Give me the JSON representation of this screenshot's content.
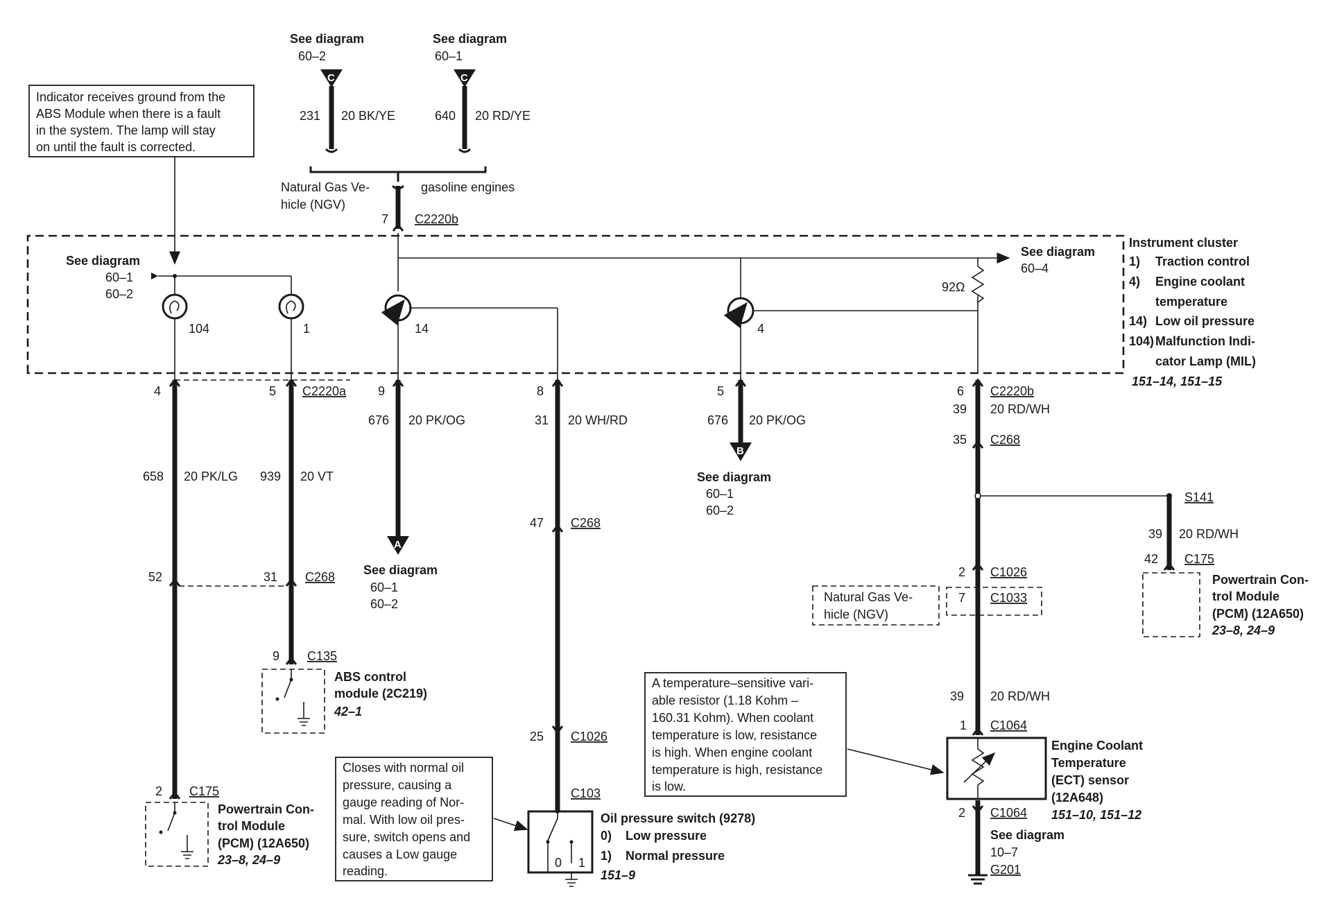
{
  "top_refs": {
    "left": {
      "see": "See diagram",
      "ref": "60–2",
      "letter": "C",
      "circuit": "231",
      "wire": "20 BK/YE"
    },
    "right": {
      "see": "See diagram",
      "ref": "60–1",
      "letter": "C",
      "circuit": "640",
      "wire": "20 RD/YE"
    }
  },
  "engine_options": {
    "ngv_line1": "Natural Gas Ve-",
    "ngv_line2": "hicle (NGV)",
    "gasoline": "gasoline engines",
    "pin": "7",
    "connector": "C2220b"
  },
  "note_abs": [
    "Indicator receives ground from the",
    "ABS Module when there is a fault",
    "in the system. The lamp will stay",
    "on until the fault is corrected."
  ],
  "note_oil": [
    "Closes with normal oil",
    "pressure, causing a",
    "gauge reading of Nor-",
    "mal. With low oil pres-",
    "sure, switch opens and",
    "causes a Low gauge",
    "reading."
  ],
  "note_ect": [
    "A temperature–sensitive vari-",
    "able resistor (1.18 Kohm –",
    "160.31 Kohm). When coolant",
    "temperature is low, resistance",
    "is high. When engine coolant",
    "temperature is high, resistance",
    "is low."
  ],
  "cluster": {
    "title": "Instrument cluster",
    "items": [
      {
        "num": "1)",
        "text": "Traction control"
      },
      {
        "num": "4)",
        "text": "Engine coolant"
      },
      {
        "num": "",
        "text": "temperature"
      },
      {
        "num": "14)",
        "text": "Low oil pressure"
      },
      {
        "num": "104)",
        "text": "Malfunction Indi-"
      },
      {
        "num": "",
        "text": "cator Lamp (MIL)"
      }
    ],
    "pages": "151–14, 151–15",
    "see_left": {
      "see": "See diagram",
      "ref1": "60–1",
      "ref2": "60–2"
    },
    "see_right": {
      "see": "See diagram",
      "ref": "60–4"
    },
    "resistor": "92Ω",
    "lamp_mil_num": "104",
    "lamp_tc_num": "1",
    "gauge_oil_num": "14",
    "gauge_ect_num": "4"
  },
  "col1": {
    "pin_top": "4",
    "circuit": "658",
    "wire": "20 PK/LG",
    "c268_pin": "52",
    "pcm_pin": "2",
    "pcm_conn": "C175"
  },
  "col2": {
    "pin_top": "5",
    "conn_top": "C2220a",
    "circuit": "939",
    "wire": "20 VT",
    "c268_pin": "31",
    "c268": "C268",
    "abs_pin": "9",
    "abs_conn": "C135"
  },
  "col3": {
    "pin_top": "9",
    "circuit": "676",
    "wire": "20 PK/OG",
    "letter": "A",
    "see": "See diagram",
    "ref1": "60–1",
    "ref2": "60–2"
  },
  "col4": {
    "pin_top": "8",
    "circuit": "31",
    "wire": "20 WH/RD",
    "c268_pin": "47",
    "c268": "C268",
    "c1026_pin": "25",
    "c1026": "C1026",
    "c103": "C103"
  },
  "col5": {
    "pin_top": "5",
    "circuit": "676",
    "wire": "20 PK/OG",
    "letter": "B",
    "see": "See diagram",
    "ref1": "60–1",
    "ref2": "60–2"
  },
  "col6": {
    "pin_top": "6",
    "conn_top": "C2220b",
    "circuit": "39",
    "wire": "20 RD/WH",
    "c268_pin": "35",
    "c268": "C268",
    "c1026_pin": "2",
    "c1026": "C1026",
    "c1033_pin": "7",
    "c1033": "C1033",
    "circuit2": "39",
    "wire2": "20 RD/WH",
    "c1064_top_pin": "1",
    "c1064_top": "C1064",
    "c1064_bot_pin": "2",
    "c1064_bot": "C1064",
    "ground_see": "See diagram",
    "ground_ref": "10–7",
    "ground": "G201"
  },
  "ngv_box": {
    "line1": "Natural Gas Ve-",
    "line2": "hicle (NGV)"
  },
  "s141": {
    "splice": "S141",
    "circuit": "39",
    "wire": "20 RD/WH",
    "pin": "42",
    "conn": "C175"
  },
  "pcm_right": {
    "lines": [
      "Powertrain Con-",
      "trol Module",
      "(PCM) (12A650)"
    ],
    "pages": "23–8, 24–9"
  },
  "pcm_left": {
    "lines": [
      "Powertrain Con-",
      "trol Module",
      "(PCM) (12A650)"
    ],
    "pages": "23–8, 24–9"
  },
  "abs_module": {
    "lines": [
      "ABS control",
      "module (2C219)"
    ],
    "pages": "42–1"
  },
  "oil_switch": {
    "title": "Oil pressure switch (9278)",
    "state0": "0)",
    "state0_text": "Low pressure",
    "state1": "1)",
    "state1_text": "Normal pressure",
    "pages": "151–9",
    "label0": "0",
    "label1": "1"
  },
  "ect_sensor": {
    "lines": [
      "Engine Coolant",
      "Temperature",
      "(ECT) sensor",
      "(12A648)"
    ],
    "pages": "151–10, 151–12"
  }
}
